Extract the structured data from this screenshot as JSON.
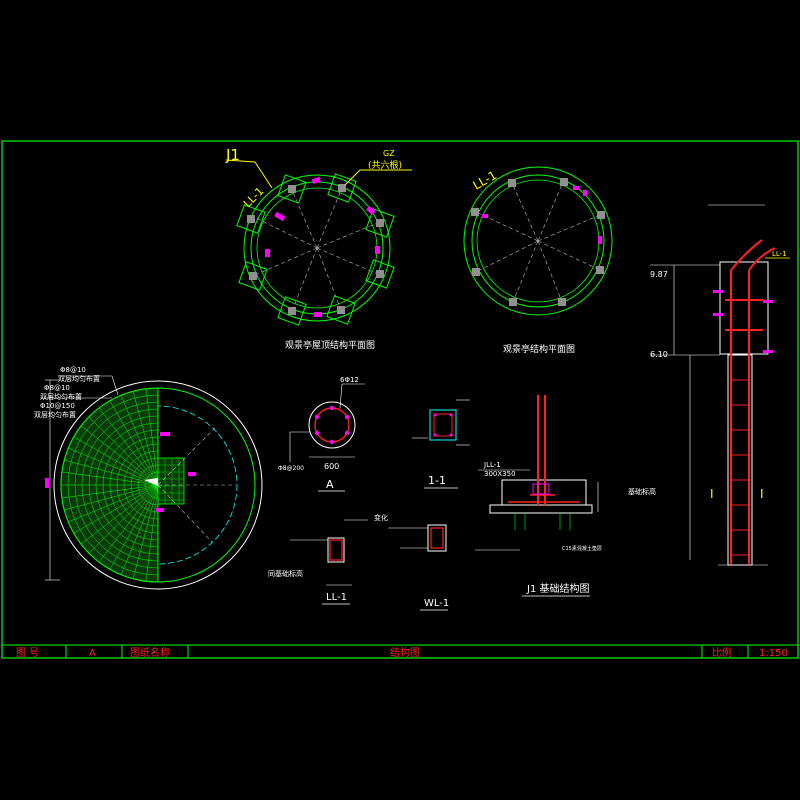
{
  "drawing": {
    "top_plan_title": "观景亭屋顶结构平面图",
    "roof_plan_title": "观景亭结构平面图",
    "footing_label_j1": "J1",
    "column_label_gz": "GZ",
    "column_count_note": "(共六根)",
    "ll_label_left": "LL-1",
    "ll_label_right": "LL-1",
    "slab_note_1": "Φ8@10",
    "slab_note_1b": "双层均匀布置",
    "slab_note_2": "Φ8@10",
    "slab_note_2b": "双层均匀布置",
    "slab_note_3": "Φ10@150",
    "slab_note_3b": "双层均匀布置",
    "section_a_label": "A",
    "section_a_rebar": "6Φ12",
    "section_a_stirrup": "Φ8@200",
    "section_a_dim": "600",
    "section_11_label": "1-1",
    "footing_title": "J1 基础结构图",
    "ll1_title": "LL-1",
    "ll1_side_note": "同基础标高",
    "wl1_title": "WL-1",
    "wl1_side_note": "变化",
    "ll1_size": "JLL-1",
    "ll1_dims": "300X350",
    "footing_note": "基础标高",
    "cushion_note": "C15素混凝土垫层",
    "elev_top": "9.87",
    "elev_mid": "6.10",
    "ll_elev_label": "LL-1",
    "section_mark_left": "I",
    "section_mark_right": "I"
  },
  "title_block": {
    "drawing_no_label": "图  号",
    "drawing_no_value": "A",
    "drawing_name_label": "图纸名称",
    "drawing_name_value": "结构图",
    "scale_label": "比例",
    "scale_value": "1:150"
  },
  "colors": {
    "frame": "#00ff00",
    "yellow": "#ffff00",
    "white": "#ffffff",
    "magenta": "#ff00ff",
    "red": "#ff2020",
    "cyan": "#00ffff",
    "grey": "#a0a0a0"
  }
}
